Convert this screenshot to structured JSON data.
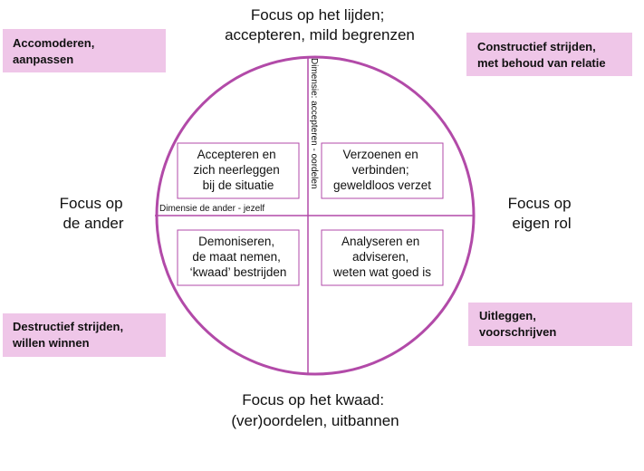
{
  "colors": {
    "circle": "#b24aa8",
    "corner_fill": "#efc6e8",
    "box_border": "#b24aa8",
    "line": "#b24aa8"
  },
  "axes": {
    "top": [
      "Focus op het lijden;",
      "accepteren, mild begrenzen"
    ],
    "bottom": [
      "Focus op het kwaad:",
      "(ver)oordelen, uitbannen"
    ],
    "left": [
      "Focus op",
      "de ander"
    ],
    "right": [
      "Focus op",
      "eigen rol"
    ]
  },
  "dimensions": {
    "vertical": "Dimensie: accepteren - oordelen",
    "horizontal": "Dimensie de ander  -  jezelf"
  },
  "quadrants": {
    "top_left": [
      "Accepteren en",
      "zich neerleggen",
      "bij de situatie"
    ],
    "top_right": [
      "Verzoenen en",
      "verbinden;",
      "geweldloos verzet"
    ],
    "bottom_left": [
      "Demoniseren,",
      "de maat nemen,",
      "‘kwaad’ bestrijden"
    ],
    "bottom_right": [
      "Analyseren en",
      "adviseren,",
      "weten wat goed is"
    ]
  },
  "corners": {
    "top_left": [
      "Accomoderen,",
      "aanpassen"
    ],
    "top_right": [
      "Constructief strijden,",
      "met behoud van relatie"
    ],
    "bottom_left": [
      "Destructief strijden,",
      "willen winnen"
    ],
    "bottom_right": [
      "Uitleggen,",
      "voorschrijven"
    ]
  }
}
